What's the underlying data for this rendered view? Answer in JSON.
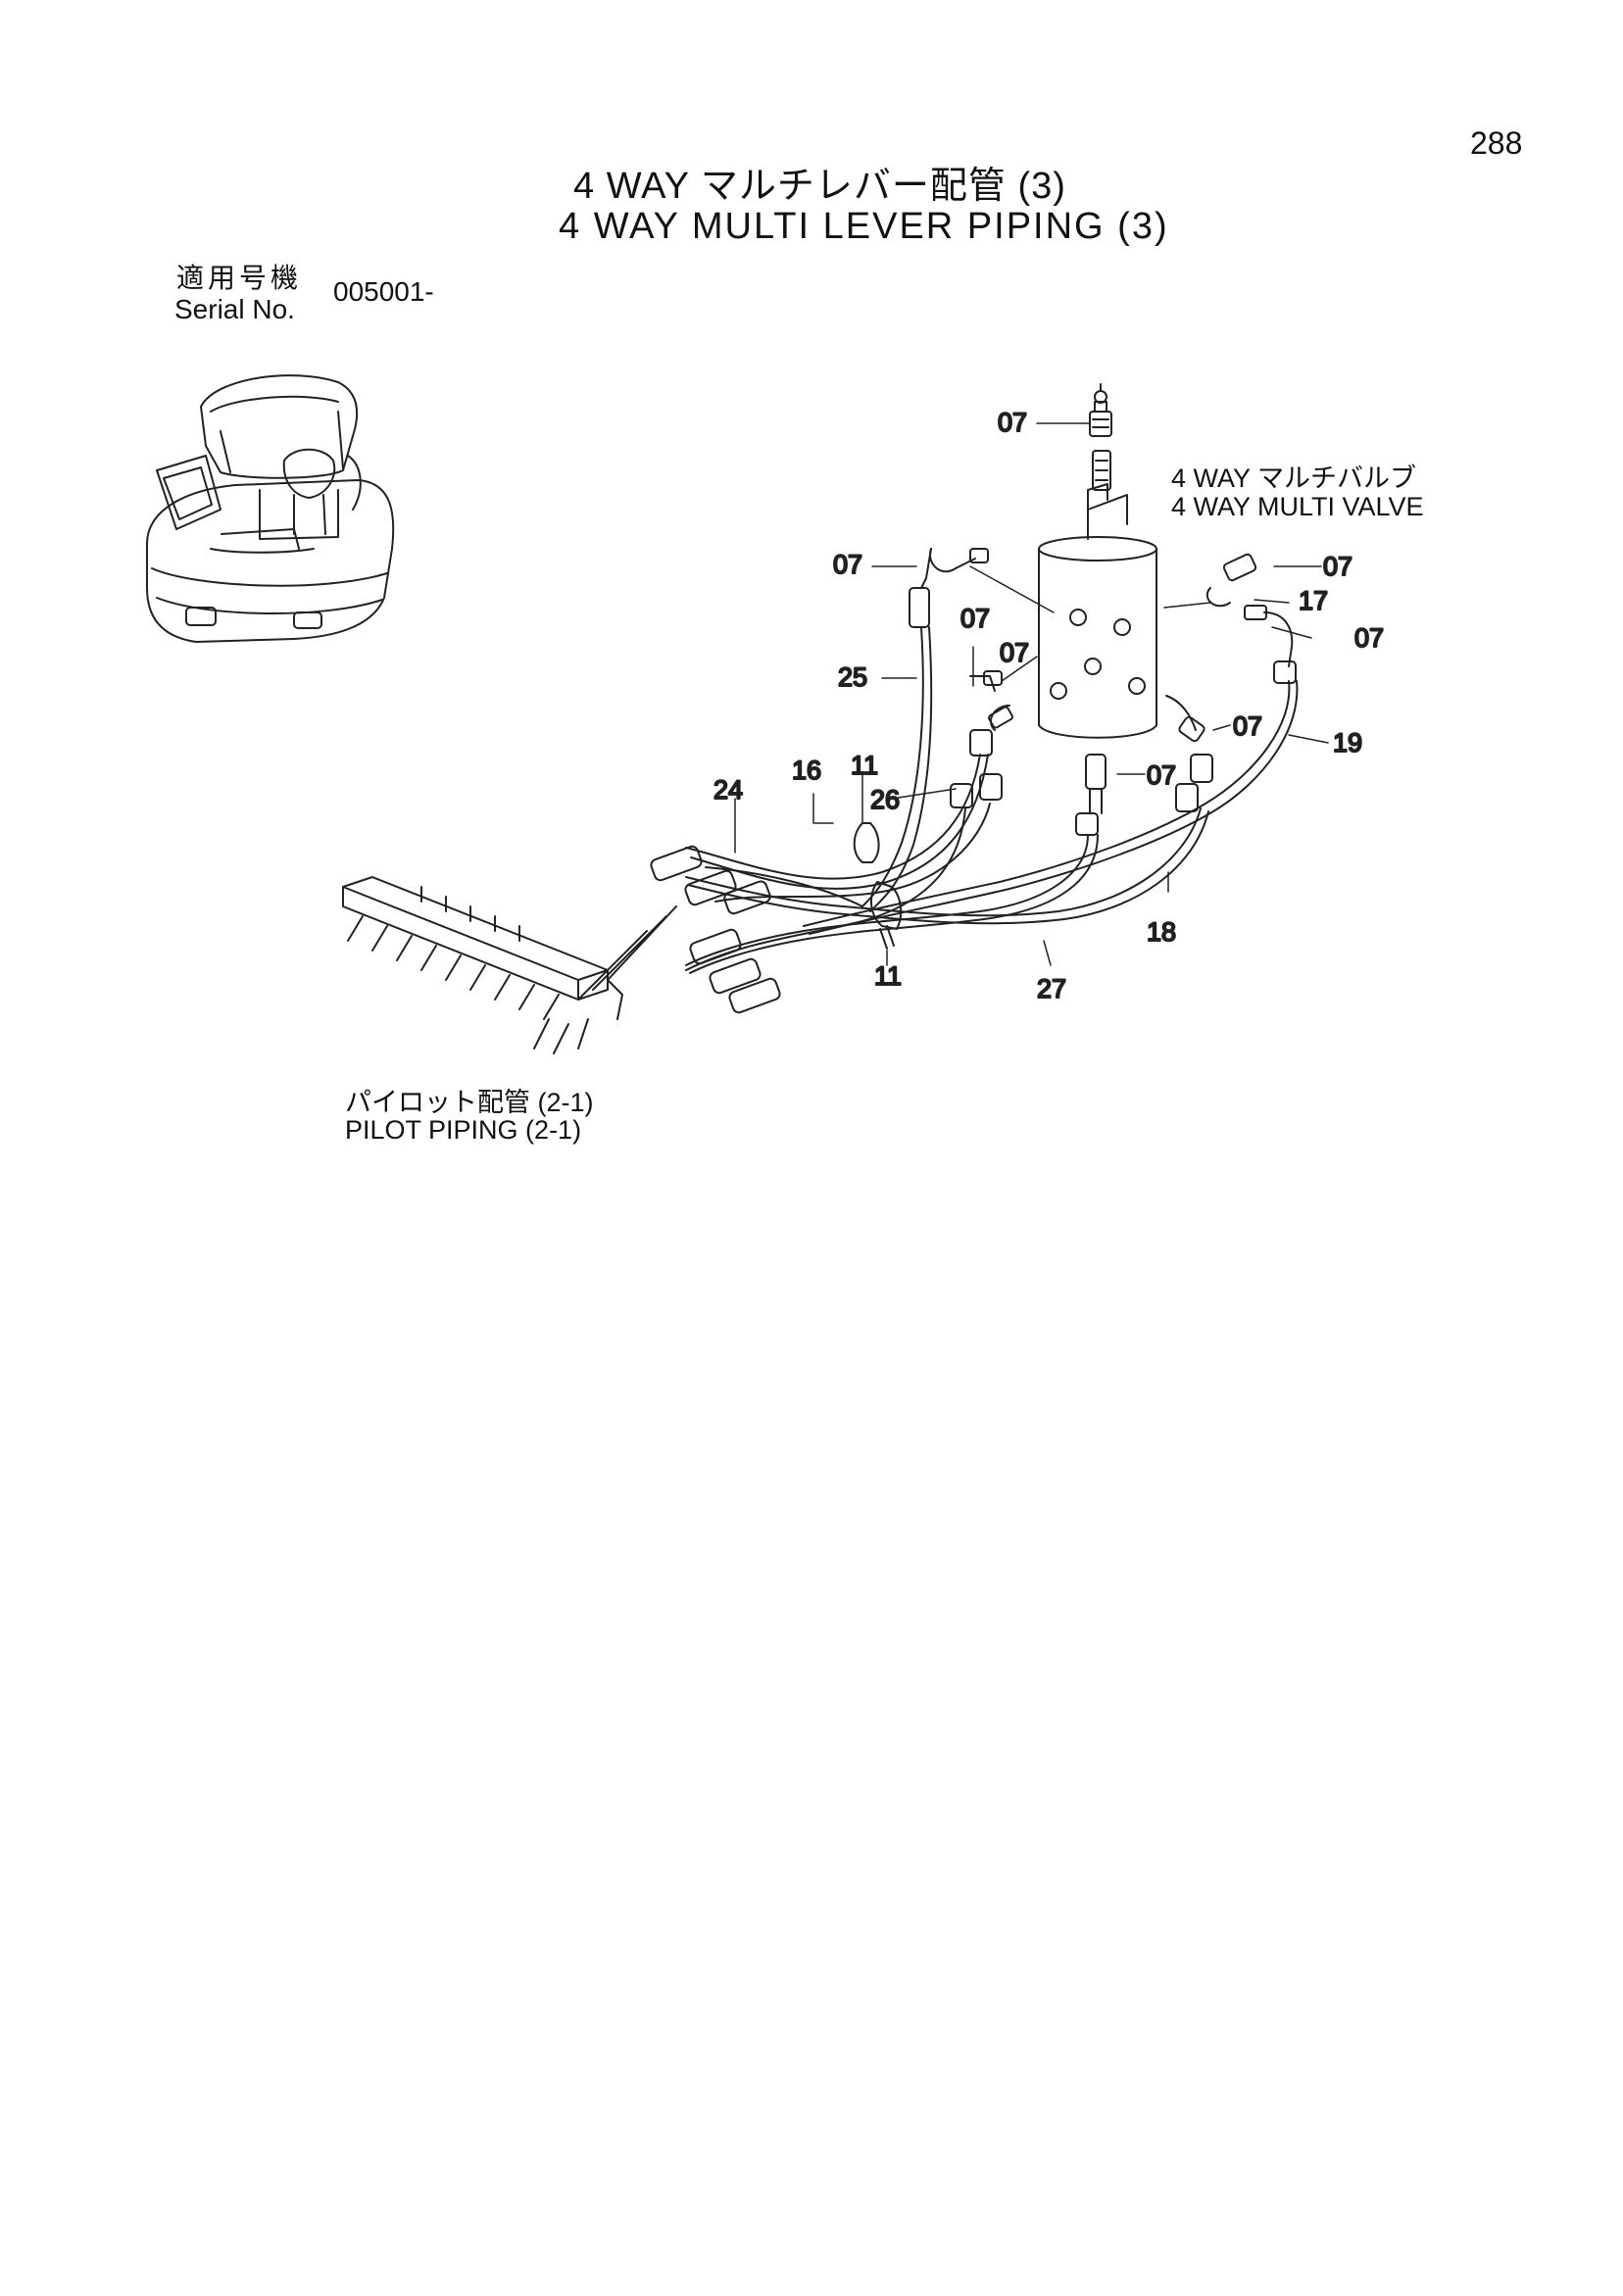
{
  "page_number": "288",
  "title": {
    "jp": "4 WAY マルチレバー配管 (3)",
    "en": "4 WAY MULTI LEVER PIPING (3)"
  },
  "serial": {
    "label_jp": "適用号機",
    "label_en": "Serial No.",
    "value": "005001-"
  },
  "valve_label": {
    "jp": "4 WAY マルチバルブ",
    "en": "4 WAY MULTI VALVE"
  },
  "pilot_label": {
    "jp": "パイロット配管 (2-1)",
    "en": "PILOT PIPING (2-1)"
  },
  "callouts": [
    "07",
    "07",
    "07",
    "17",
    "07",
    "07",
    "07",
    "07",
    "07",
    "25",
    "19",
    "16",
    "11",
    "24",
    "26",
    "18",
    "11",
    "27"
  ]
}
